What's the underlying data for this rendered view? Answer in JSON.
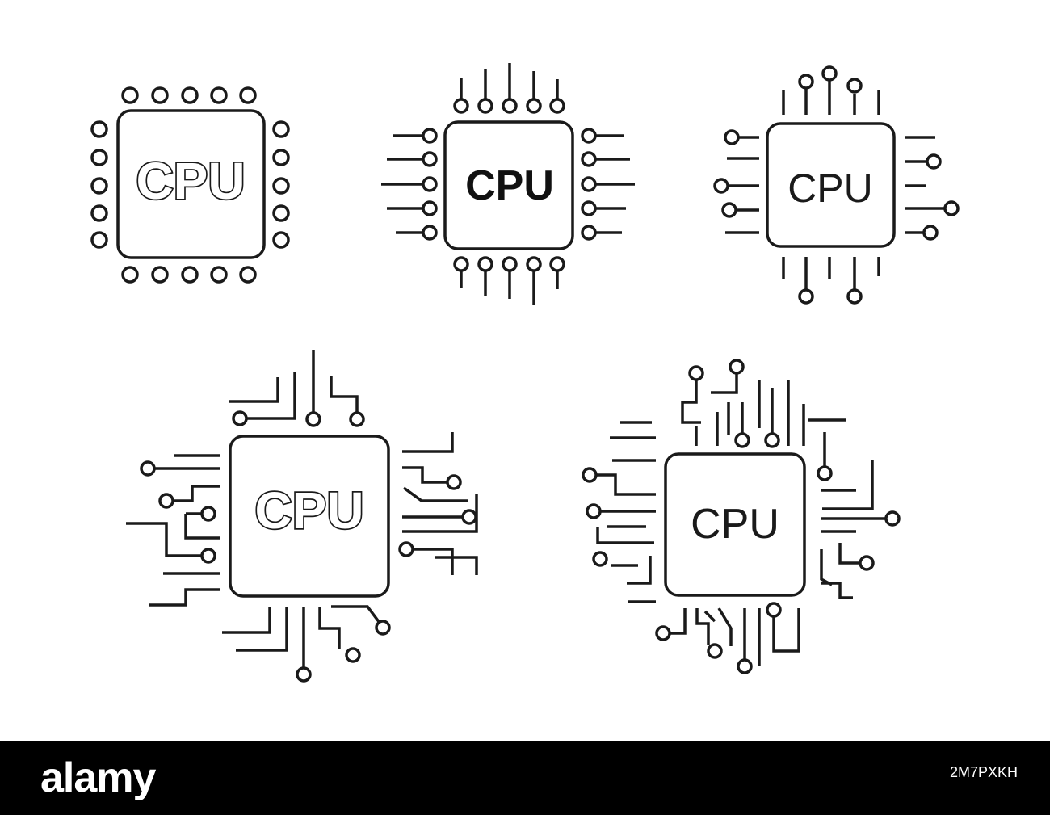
{
  "icons": [
    {
      "name": "cpu-icon-pins-outline",
      "label": "CPU"
    },
    {
      "name": "cpu-icon-legs-bold",
      "label": "CPU"
    },
    {
      "name": "cpu-icon-pins-thin",
      "label": "CPU"
    },
    {
      "name": "cpu-icon-circuit-outline",
      "label": "CPU"
    },
    {
      "name": "cpu-icon-circuit-thin",
      "label": "CPU"
    }
  ],
  "watermark": {
    "brand": "alamy",
    "image_id": "2M7PXKH"
  },
  "colors": {
    "line": "#1a1a1a",
    "background": "#ffffff",
    "footer": "#000000"
  }
}
